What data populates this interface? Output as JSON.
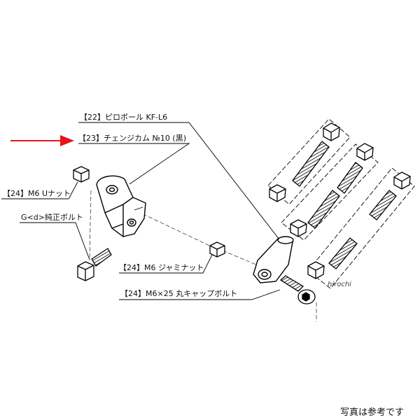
{
  "labels": {
    "ball_joint": "【22】ピロボール KF-L6",
    "change_cam": "【23】チェンジカム №10 (黒)",
    "u_nut": "【24】M6 Uナット",
    "genuine_bolt": "G<d>純正ボルト",
    "jam_nut": "【24】M6 ジャミナット",
    "cap_bolt": "【24】M6×25 丸キャップボルト"
  },
  "watermark": "hirochi",
  "footnote": "写真は参考です",
  "colors": {
    "line": "#000000",
    "arrow": "#e8141b",
    "background": "#ffffff"
  }
}
